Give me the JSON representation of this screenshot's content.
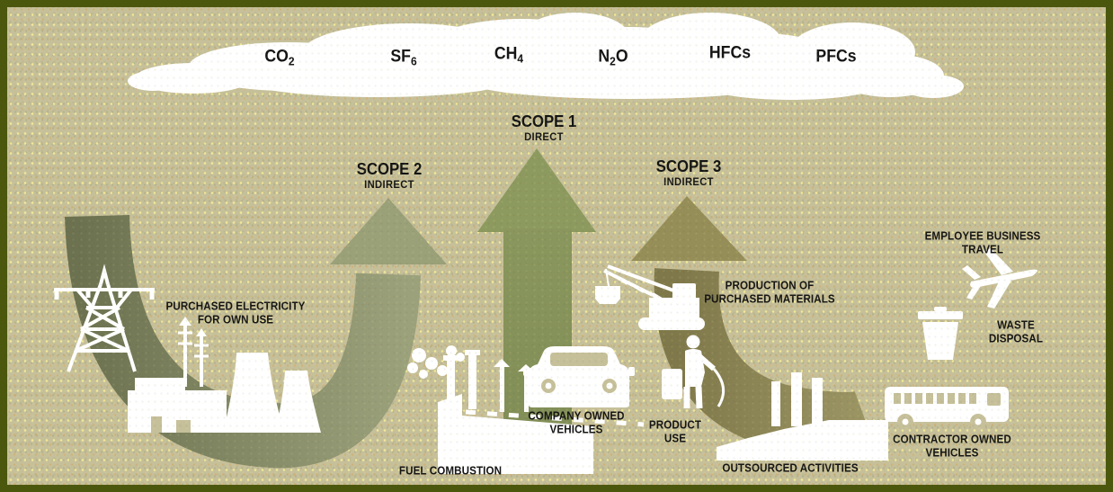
{
  "diagram": {
    "name": "GHG emission scopes overview",
    "colors": {
      "background": "#c6c09a",
      "border": "#4c570e",
      "cloud": "#ffffff",
      "icon_silhouette": "#ffffff",
      "text": "#151515",
      "scope1_arrow": "#87945a",
      "scope2_arrow_head": "#9aa078",
      "scope2_arrow_tail": "#6c7250",
      "scope3_arrow_head": "#968e58",
      "scope3_arrow_tail": "#9d9665"
    },
    "icons": {
      "emissions-cloud-icon": "white cumulus cloud band",
      "transmission-tower-icon": "electricity pylon silhouette",
      "power-plant-icon": "power station with cooling towers",
      "fuel-combustion-factory-icon": "factory with smoking chimneys",
      "company-car-icon": "car front view",
      "crane-icon": "construction crane excavator",
      "product-use-person-icon": "person using sprayer equipment",
      "outsourced-factory-icon": "factory building with stacks",
      "airplane-icon": "jet airplane",
      "waste-bin-icon": "trash can",
      "bus-icon": "bus side view"
    }
  },
  "cloud": {
    "gases": {
      "co2": {
        "pre": "CO",
        "sub": "2",
        "post": ""
      },
      "sf6": {
        "pre": "SF",
        "sub": "6",
        "post": ""
      },
      "ch4": {
        "pre": "CH",
        "sub": "4",
        "post": ""
      },
      "n2o": {
        "pre": "N",
        "sub": "2",
        "post": "O"
      },
      "hfcs": {
        "pre": "HFCs",
        "sub": "",
        "post": ""
      },
      "pfcs": {
        "pre": "PFCs",
        "sub": "",
        "post": ""
      }
    }
  },
  "scopes": {
    "scope1": {
      "title": "SCOPE 1",
      "subtitle": "DIRECT"
    },
    "scope2": {
      "title": "SCOPE 2",
      "subtitle": "INDIRECT"
    },
    "scope3": {
      "title": "SCOPE 3",
      "subtitle": "INDIRECT"
    }
  },
  "sources": {
    "purchased_electricity": "PURCHASED ELECTRICITY\nFOR OWN USE",
    "fuel_combustion": "FUEL COMBUSTION",
    "company_owned_vehicles": "COMPANY OWNED\nVEHICLES",
    "product_use": "PRODUCT\nUSE",
    "production_of_purchased_materials": "PRODUCTION OF\nPURCHASED MATERIALS",
    "outsourced_activities": "OUTSOURCED ACTIVITIES",
    "employee_business_travel": "EMPLOYEE BUSINESS TRAVEL",
    "waste_disposal": "WASTE DISPOSAL",
    "contractor_owned_vehicles": "CONTRACTOR OWNED\nVEHICLES"
  }
}
